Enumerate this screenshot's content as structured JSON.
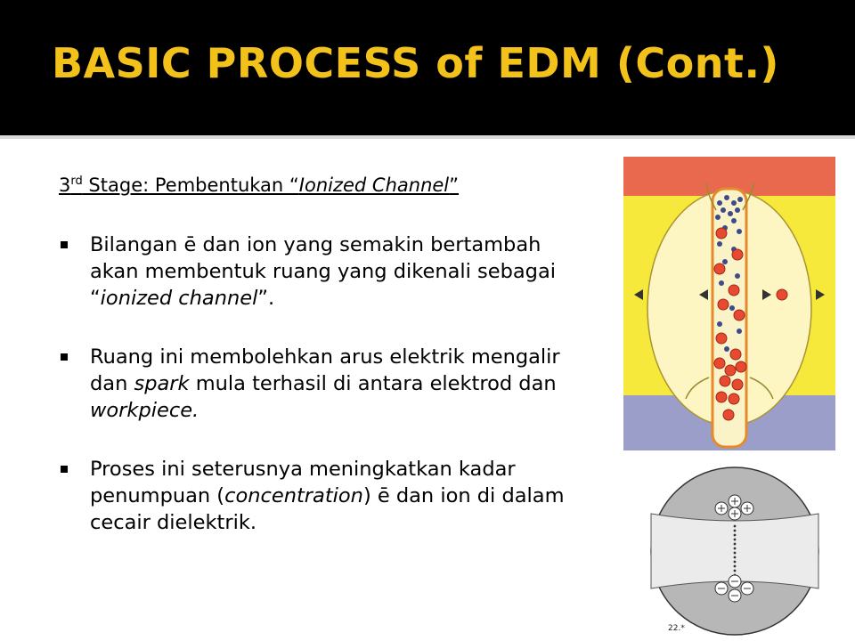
{
  "slide": {
    "title": "BASIC PROCESS of EDM (Cont.)",
    "heading": {
      "num": "3",
      "sup": "rd",
      "prefix": " Stage: Pembentukan  “",
      "italic": "Ionized Channel",
      "suffix": "”"
    },
    "bullets": [
      {
        "p1": "Bilangan ē dan ion yang semakin bertambah akan membentuk ruang yang dikenali sebagai “",
        "i1": "ionized channel",
        "p2": "”."
      },
      {
        "p1": "Ruang ini membolehkan arus elektrik mengalir dan ",
        "i1": "spark",
        "p2": " mula terhasil di antara elektrod dan ",
        "i2": "workpiece.",
        "p3": ""
      },
      {
        "p1": "Proses ini seterusnya meningkatkan kadar penumpuan (",
        "i1": "concentration",
        "p2": ") ē dan ion di dalam cecair dielektrik."
      }
    ],
    "figure2_label": "22.*"
  }
}
